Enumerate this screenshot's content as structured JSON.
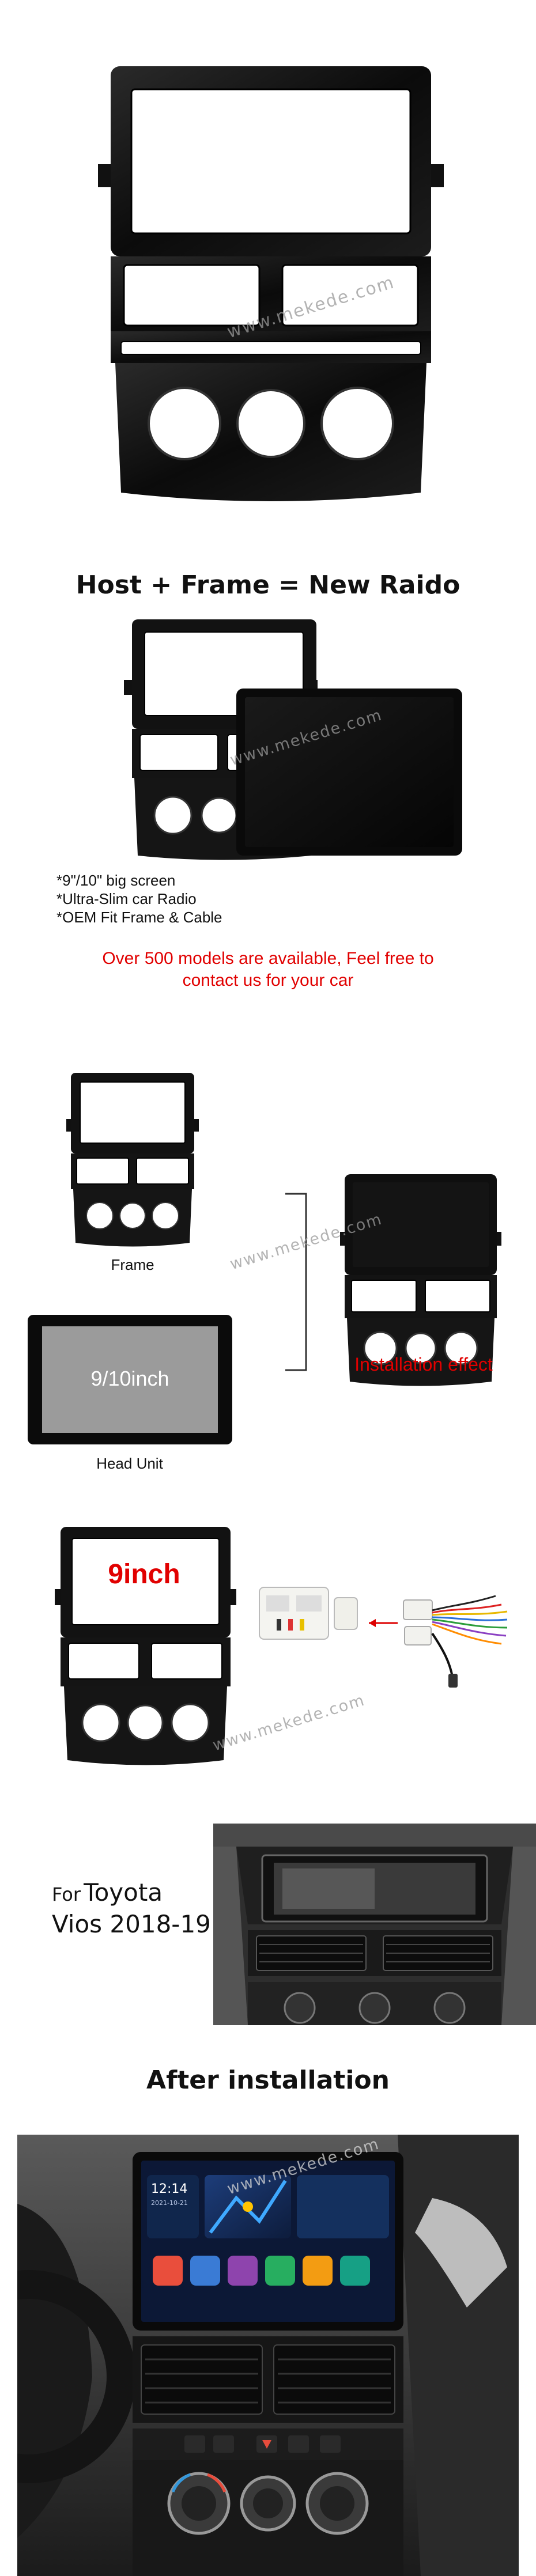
{
  "watermark": "www.mekede.com",
  "section_frame_equation": {
    "heading": "Host + Frame = New Raido"
  },
  "features": {
    "items": [
      "*9\"/10\" big screen",
      "*Ultra-Slim car Radio",
      "*OEM Fit Frame & Cable"
    ],
    "promo_line1": "Over 500 models are available,  Feel free to",
    "promo_line2": "contact us for your car"
  },
  "install_diagram": {
    "frame_caption": "Frame",
    "screen_text": "9/10inch",
    "head_unit_caption": "Head Unit",
    "effect_caption": "Installation effect"
  },
  "size_section": {
    "size_label": "9inch"
  },
  "vehicle": {
    "prefix": "For",
    "make": "Toyota",
    "model": "Vios 2018-19"
  },
  "after_section": {
    "heading": "After installation",
    "screen_clock": "12:14",
    "screen_date": "2021-10-21"
  },
  "colors": {
    "accent_red": "#e10000",
    "frame_black": "#0c0c0c",
    "screen_gray": "#9b9b9b"
  }
}
